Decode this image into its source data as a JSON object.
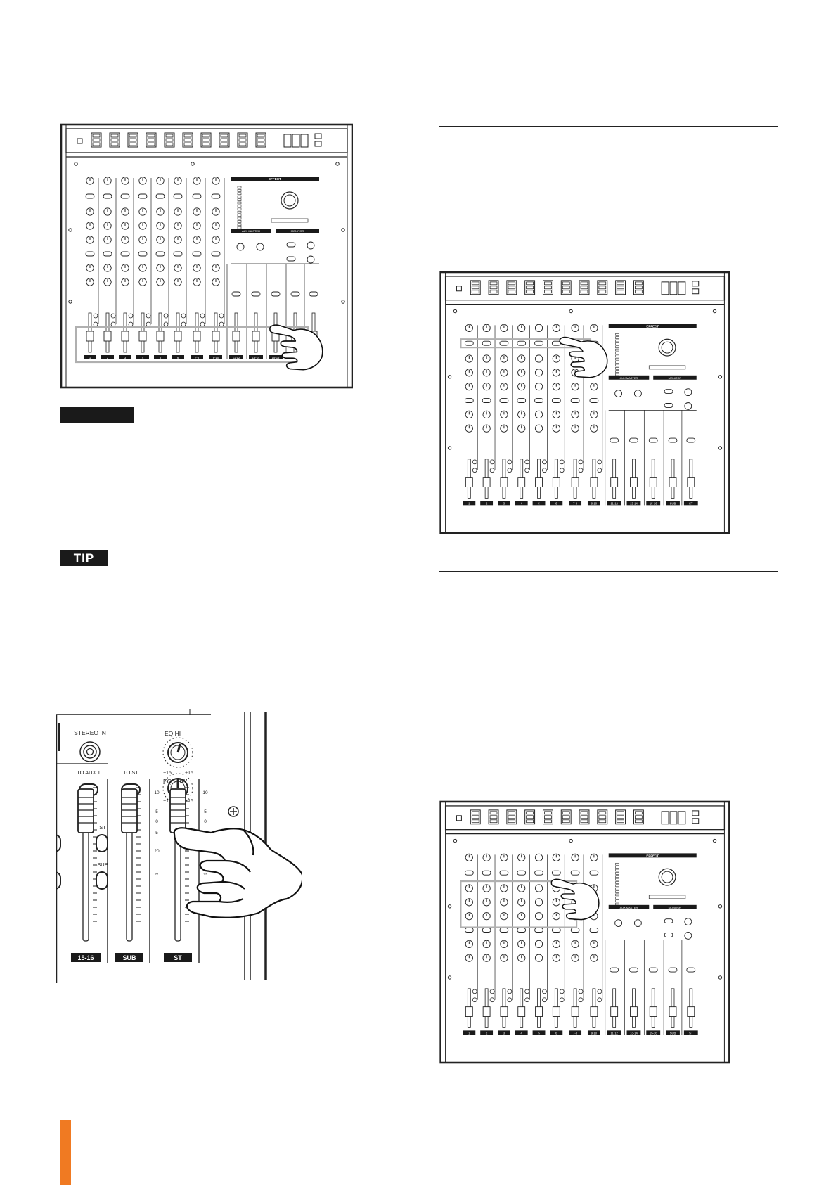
{
  "note_badge": {
    "label": ""
  },
  "tip_badge": {
    "label": "TIP"
  },
  "closeup": {
    "stereo_in": "STEREO IN",
    "eq_hi": "EQ HI",
    "eq_low": "EQ LOW",
    "to_aux1": "TO AUX 1",
    "to_st": "TO ST",
    "st_switch": "ST",
    "sub_switch": "SUB",
    "eq_hi_min": "−15",
    "eq_hi_max": "+15",
    "eq_low_min": "−15",
    "eq_low_max": "+15",
    "scale": [
      "10",
      "5",
      "0",
      "5",
      "20",
      "∞"
    ],
    "channels": [
      "15-16",
      "SUB",
      "ST"
    ]
  },
  "mixer": {
    "effect_title": "EFFECT",
    "aux_master": "AUX MASTER",
    "monitor": "MONITOR",
    "channel_labels": [
      "1",
      "2",
      "3",
      "4",
      "5",
      "6",
      "7-8",
      "9-10",
      "11-12",
      "13-14",
      "15-16",
      "SUB",
      "ST"
    ]
  },
  "colors": {
    "accent": "#f07a22",
    "highlight": "#b0b0b0",
    "line": "#222222"
  }
}
